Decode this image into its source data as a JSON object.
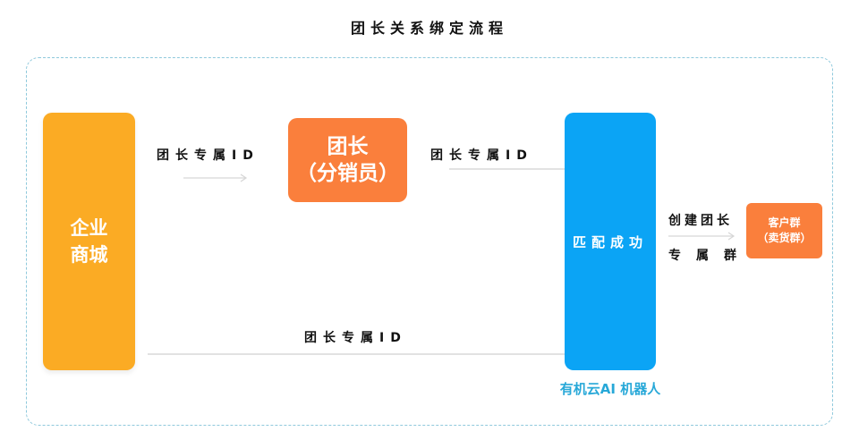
{
  "title": "团长关系绑定流程",
  "nodes": {
    "mall": {
      "line1": "企业",
      "line2": "商城",
      "color": "#fbab24"
    },
    "leader": {
      "line1": "团长",
      "line2": "（分销员）",
      "color": "#fa7f3c"
    },
    "robot": {
      "label": "匹配成功",
      "caption": "有机云AI 机器人",
      "color": "#0ba4f5"
    },
    "group": {
      "line1": "客户群",
      "line2": "（卖货群）",
      "color": "#fa7f3c"
    }
  },
  "edges": {
    "mall_to_leader": "团长专属ID",
    "leader_to_robot": "团长专属ID",
    "mall_to_robot": "团长专属ID",
    "robot_to_group_top": "创建团长",
    "robot_to_group_bottom": "专属群"
  }
}
